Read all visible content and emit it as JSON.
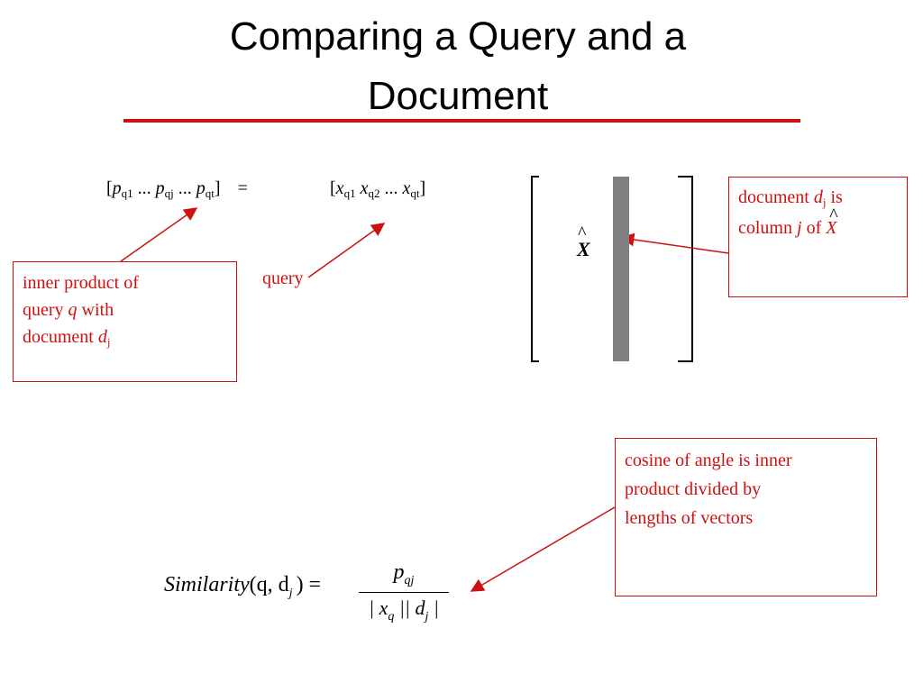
{
  "slide": {
    "title_line1": "Comparing a Query and a",
    "title_line2": "Document",
    "accent_color": "#cc1111"
  },
  "equation": {
    "lhs_open": "[",
    "lhs_p": "p",
    "lhs_sub1": "q1",
    "lhs_dots1": " ... ",
    "lhs_p2": "p",
    "lhs_sub2": "qj",
    "lhs_dots2": " ... ",
    "lhs_p3": "p",
    "lhs_sub3": "qt",
    "lhs_close": "]",
    "equals": "=",
    "rhs_open": "[",
    "rhs_x1": "x",
    "rhs_sub1": "q1",
    "rhs_x2": "x",
    "rhs_sub2": "q2",
    "rhs_dots": " ... ",
    "rhs_x3": "x",
    "rhs_sub3": "qt",
    "rhs_close": "]"
  },
  "callouts": {
    "inner_product": {
      "line1": "inner product of",
      "line2_a": "query ",
      "line2_q": "q",
      "line2_b": " with",
      "line3_a": "document ",
      "line3_d": "d",
      "line3_sub": "j"
    },
    "query_label": "query",
    "document_column": {
      "line1_a": "document ",
      "line1_d": "d",
      "line1_sub": "j",
      "line1_b": " is",
      "line2_a": "column ",
      "line2_j": "j",
      "line2_b": " of ",
      "line2_x": "X",
      "line2_hat": "^"
    },
    "cosine": {
      "line1": "cosine of angle is inner",
      "line2": "product divided by",
      "line3": "lengths of vectors"
    }
  },
  "matrix": {
    "label": "X",
    "hat": "^"
  },
  "formula": {
    "name": "Similarity",
    "args_open": "(q, d",
    "args_sub": "j",
    "args_close": ") =",
    "numerator": "p",
    "numerator_sub": "qj",
    "den_a": "| x",
    "den_sub1": "q",
    "den_b": " || d",
    "den_sub2": "j",
    "den_c": " |"
  }
}
